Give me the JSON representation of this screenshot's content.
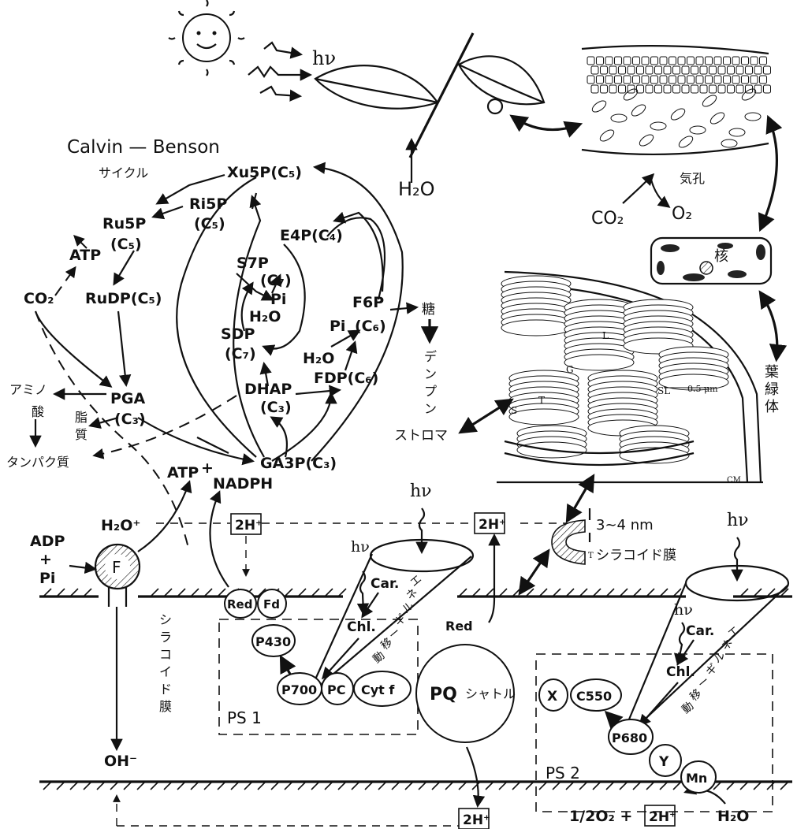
{
  "sunlight": {
    "hv_top": "hν"
  },
  "plant": {
    "water_label": "H₂O"
  },
  "leaf": {
    "stomata_label": "気孔",
    "co2_label": "CO₂",
    "o2_label": "O₂"
  },
  "cell": {
    "nucleus_label": "核",
    "chloroplast_label": [
      "葉",
      "緑",
      "体"
    ]
  },
  "chloroplast": {
    "stroma_label": "ストロマ",
    "L": "L",
    "G": "G",
    "S": "S",
    "T": "T",
    "SL": "SL",
    "scale": "0.5 μm",
    "CM": "CM"
  },
  "calvin": {
    "title": "Calvin — Benson",
    "subtitle": "サイクル",
    "xu5p": "Xu5P(C₅)",
    "ri5p": "Ri5P",
    "ri5p_c": "(C₅)",
    "ru5p": "Ru5P",
    "ru5p_c": "(C₅)",
    "atp_top": "ATP",
    "co2": "CO₂",
    "rudp": "RuDP(C₅)",
    "e4p": "E4P(C₄)",
    "s7p": "S7P",
    "s7p_c": "(C₇)",
    "pi1": "Pi",
    "h2o1": "H₂O",
    "sdp": "SDP",
    "sdp_c": "(C₇)",
    "f6p": "F6P",
    "f6p_c": "(C₆)",
    "pi2": "Pi",
    "h2o2": "H₂O",
    "fdp": "FDP(C₆)",
    "dhap": "DHAP",
    "dhap_c": "(C₃)",
    "pga": "PGA",
    "pga_c": "(C₃)",
    "ga3p": "GA3P(C₃)",
    "sugar": "糖",
    "starch": [
      "デ",
      "ン",
      "プ",
      "ン"
    ],
    "amino": [
      "ア",
      "ミ",
      "ノ",
      "酸"
    ],
    "lipid": [
      "脂",
      "質"
    ],
    "protein": "タンパク質",
    "atp_bottom": "ATP",
    "plus": "+",
    "nadph": "NADPH"
  },
  "membrane": {
    "adp": "ADP",
    "plus": "+",
    "pi": "Pi",
    "h2o_plus": "H₂O⁺",
    "f_label": "F",
    "proton_box1": "2H⁺",
    "proton_box2": "2H⁺",
    "proton_box3": "2H⁺",
    "proton_box4": "2H⁺",
    "thickness": "3~4 nm",
    "thylakoid_membrane": "シラコイド膜",
    "t_label": "T",
    "membrane_vertical": [
      "シ",
      "ラ",
      "コ",
      "イ",
      "ド",
      "膜"
    ],
    "oh": "OH⁻",
    "water_split": "1/2O₂ +",
    "water_h2o": "H₂O"
  },
  "ps1": {
    "label": "PS 1",
    "red": "Red",
    "fd": "Fd",
    "p430": "P430",
    "p700": "P700",
    "pc": "PC",
    "cytf": "Cyt f",
    "chl": "Chl.",
    "car": "Car.",
    "hv_a": "hν",
    "hv_b": "hν",
    "energy": [
      "エ",
      "ネ",
      "ル",
      "ギ",
      "ー",
      "移",
      "動"
    ]
  },
  "pq": {
    "label": "PQ",
    "shuttle": "シャトル",
    "red": "Red"
  },
  "ps2": {
    "label": "PS 2",
    "x": "X",
    "c550": "C550",
    "p680": "P680",
    "y": "Y",
    "mn": "Mn",
    "chl": "Chl.",
    "car": "Car.",
    "hv_a": "hν",
    "hv_b": "hν",
    "energy": [
      "エ",
      "ネ",
      "ル",
      "ギ",
      "ー",
      "移",
      "動"
    ]
  }
}
